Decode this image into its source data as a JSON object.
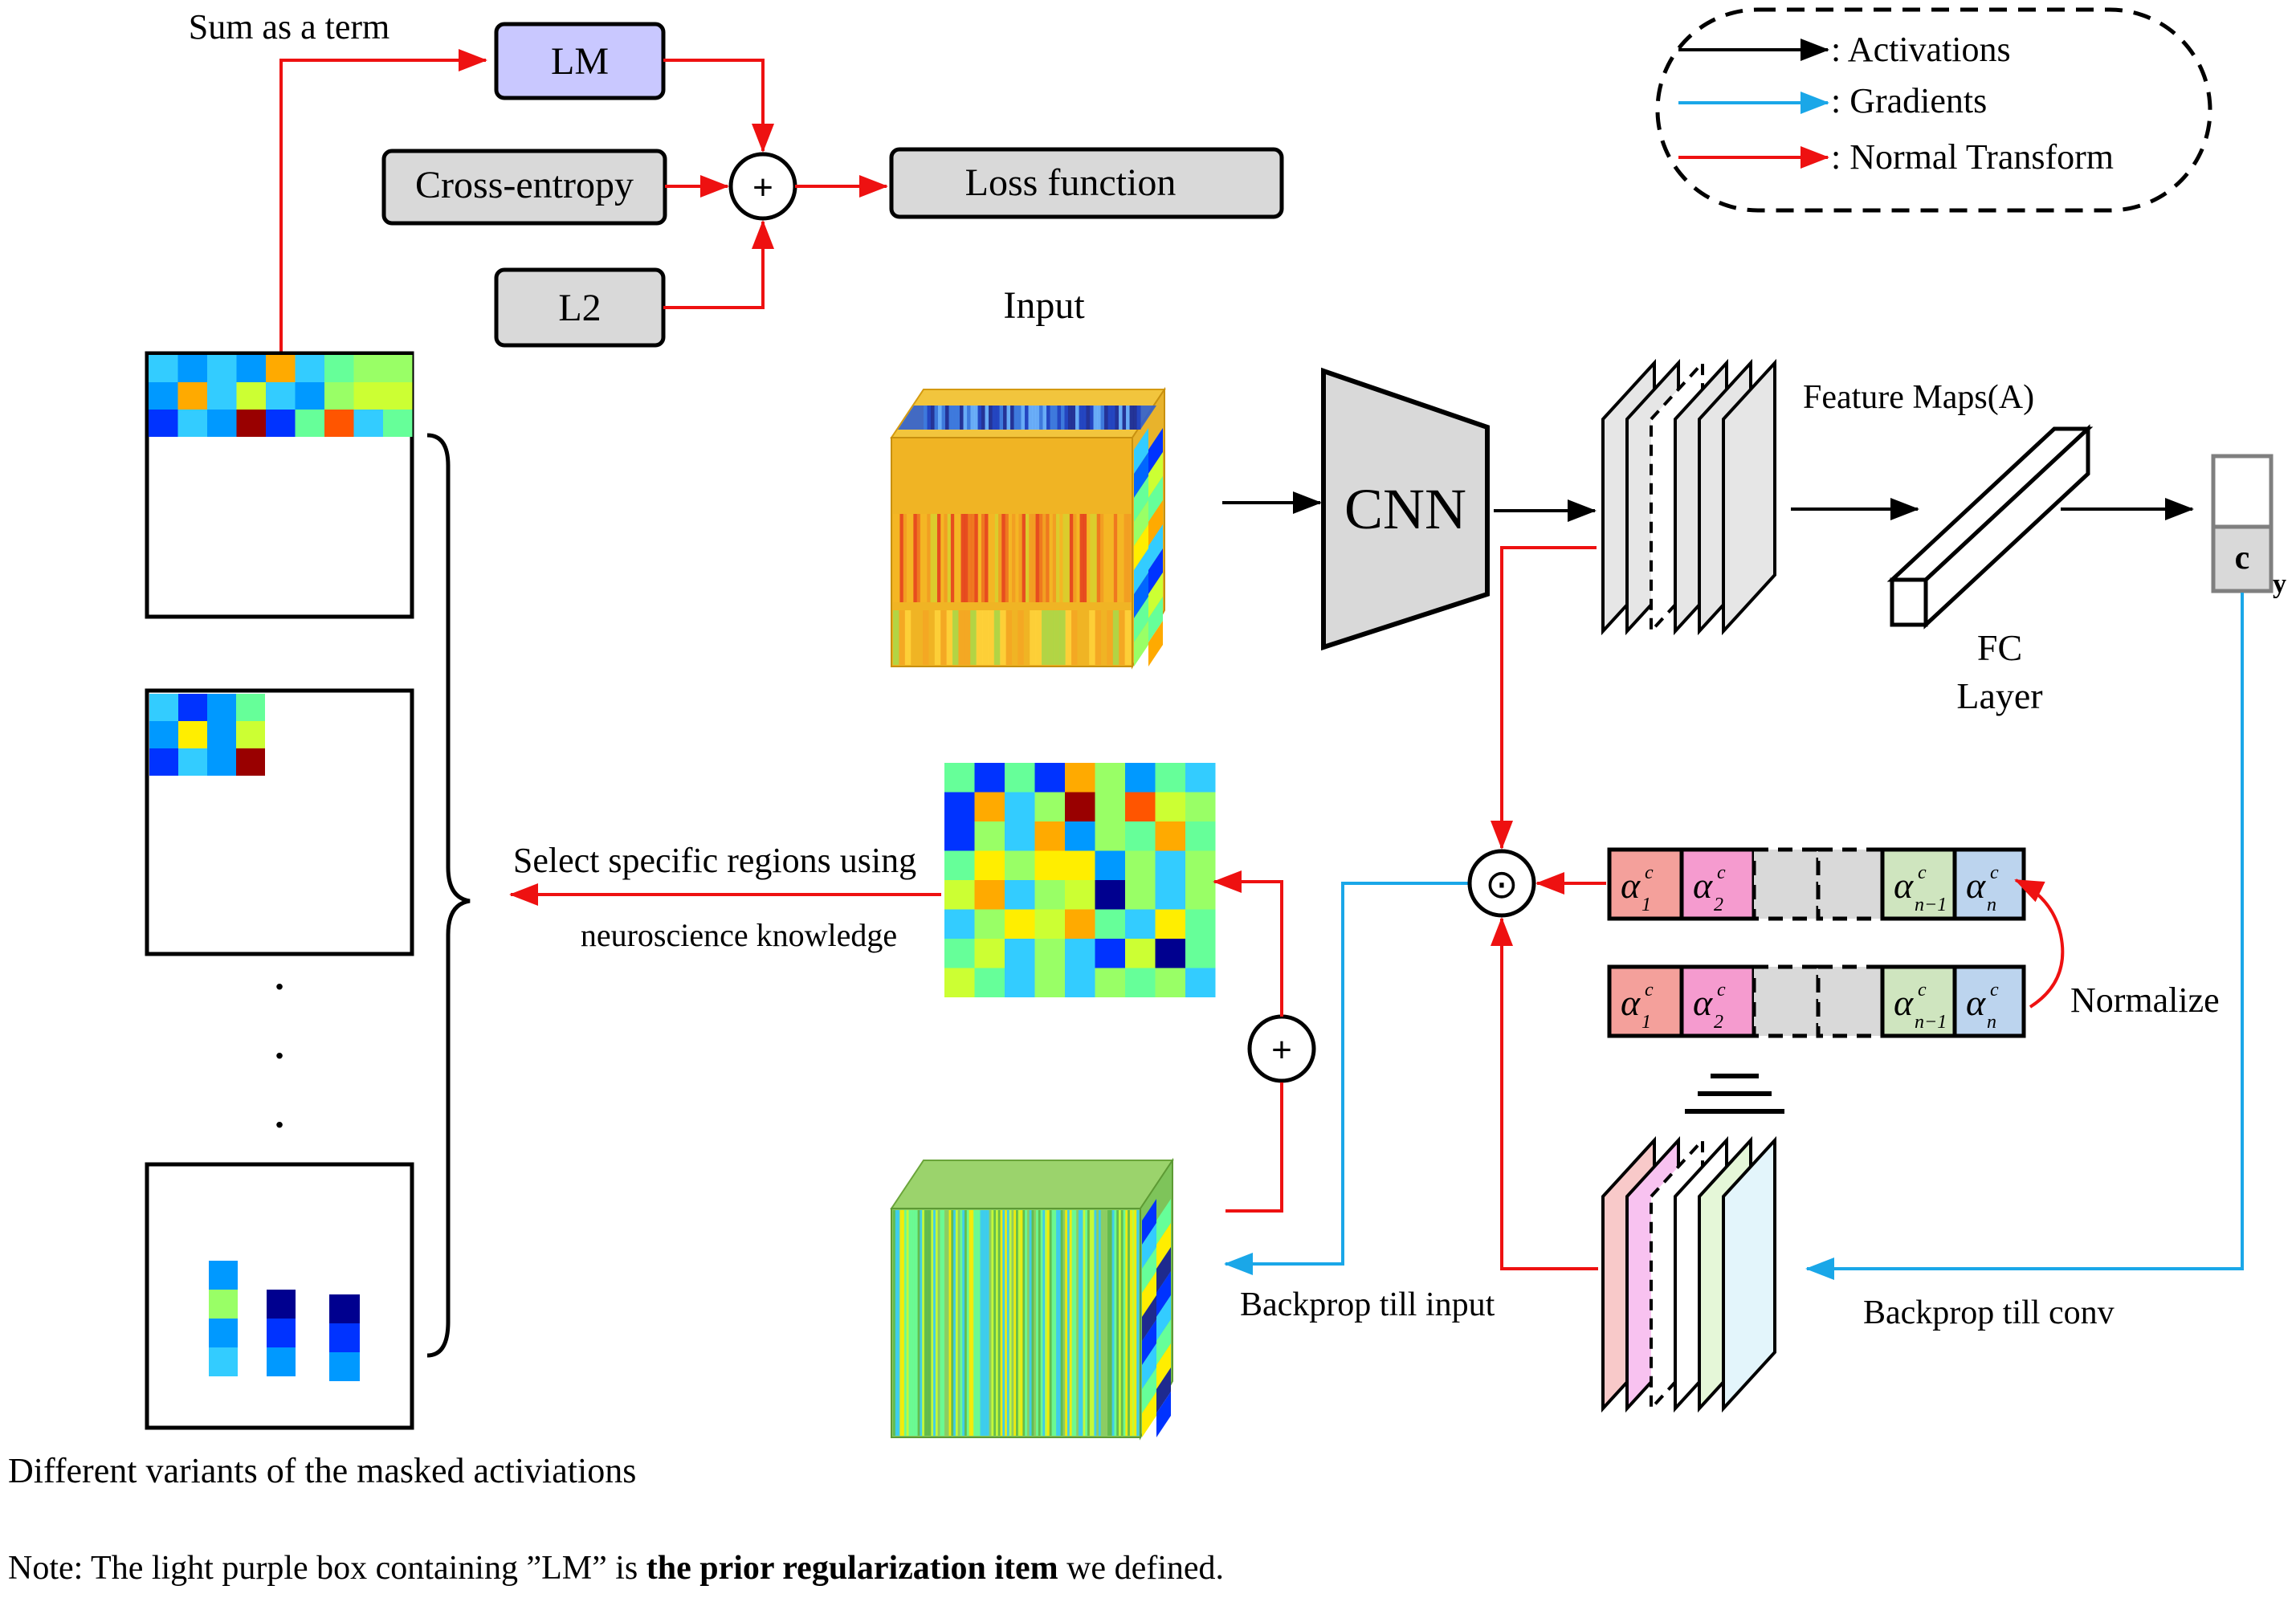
{
  "loss": {
    "sum_label": "Sum as a term",
    "lm": "LM",
    "cross_entropy": "Cross-entropy",
    "l2": "L2",
    "loss_function": "Loss function",
    "plus": "+"
  },
  "legend": {
    "activations": ": Activations",
    "gradients": ": Gradients",
    "normal_transform": ": Normal Transform"
  },
  "pipeline": {
    "input_label": "Input",
    "cnn": "CNN",
    "feature_maps": "Feature Maps(A)",
    "fc_line1": "FC",
    "fc_line2": "Layer",
    "class_c": "c",
    "output_y": "y",
    "normalize": "Normalize",
    "equals": "=",
    "backprop_input": "Backprop till input",
    "backprop_conv": "Backprop till conv",
    "odot": "⊙"
  },
  "weights": {
    "alpha": "α",
    "sup": "c",
    "sub": [
      "1",
      "2",
      "n−1",
      "n"
    ]
  },
  "regions": {
    "line1": "Select specific regions using",
    "line2": "neuroscience knowledge"
  },
  "masks": {
    "caption": "Different variants of the masked activiations",
    "dots": [
      "·",
      "·",
      "·"
    ]
  },
  "note": {
    "prefix": "Note: The light purple box containing ”LM” is ",
    "bold": "the prior regularization item",
    "suffix": " we defined."
  },
  "colors": {
    "activation": "#000000",
    "gradient": "#1aa7e8",
    "normal": "#ee1111",
    "lm_fill": "#c9c8ff",
    "box_fill": "#d9d9d9",
    "alpha_fills": [
      "#f4a09b",
      "#f59bcf",
      "#cfe5bf",
      "#bcd4ee"
    ],
    "fmap_fills": [
      "#f8c9c9",
      "#f8c2f0",
      "#ffffff",
      "#e5f7d8",
      "#e3f5fb"
    ]
  }
}
